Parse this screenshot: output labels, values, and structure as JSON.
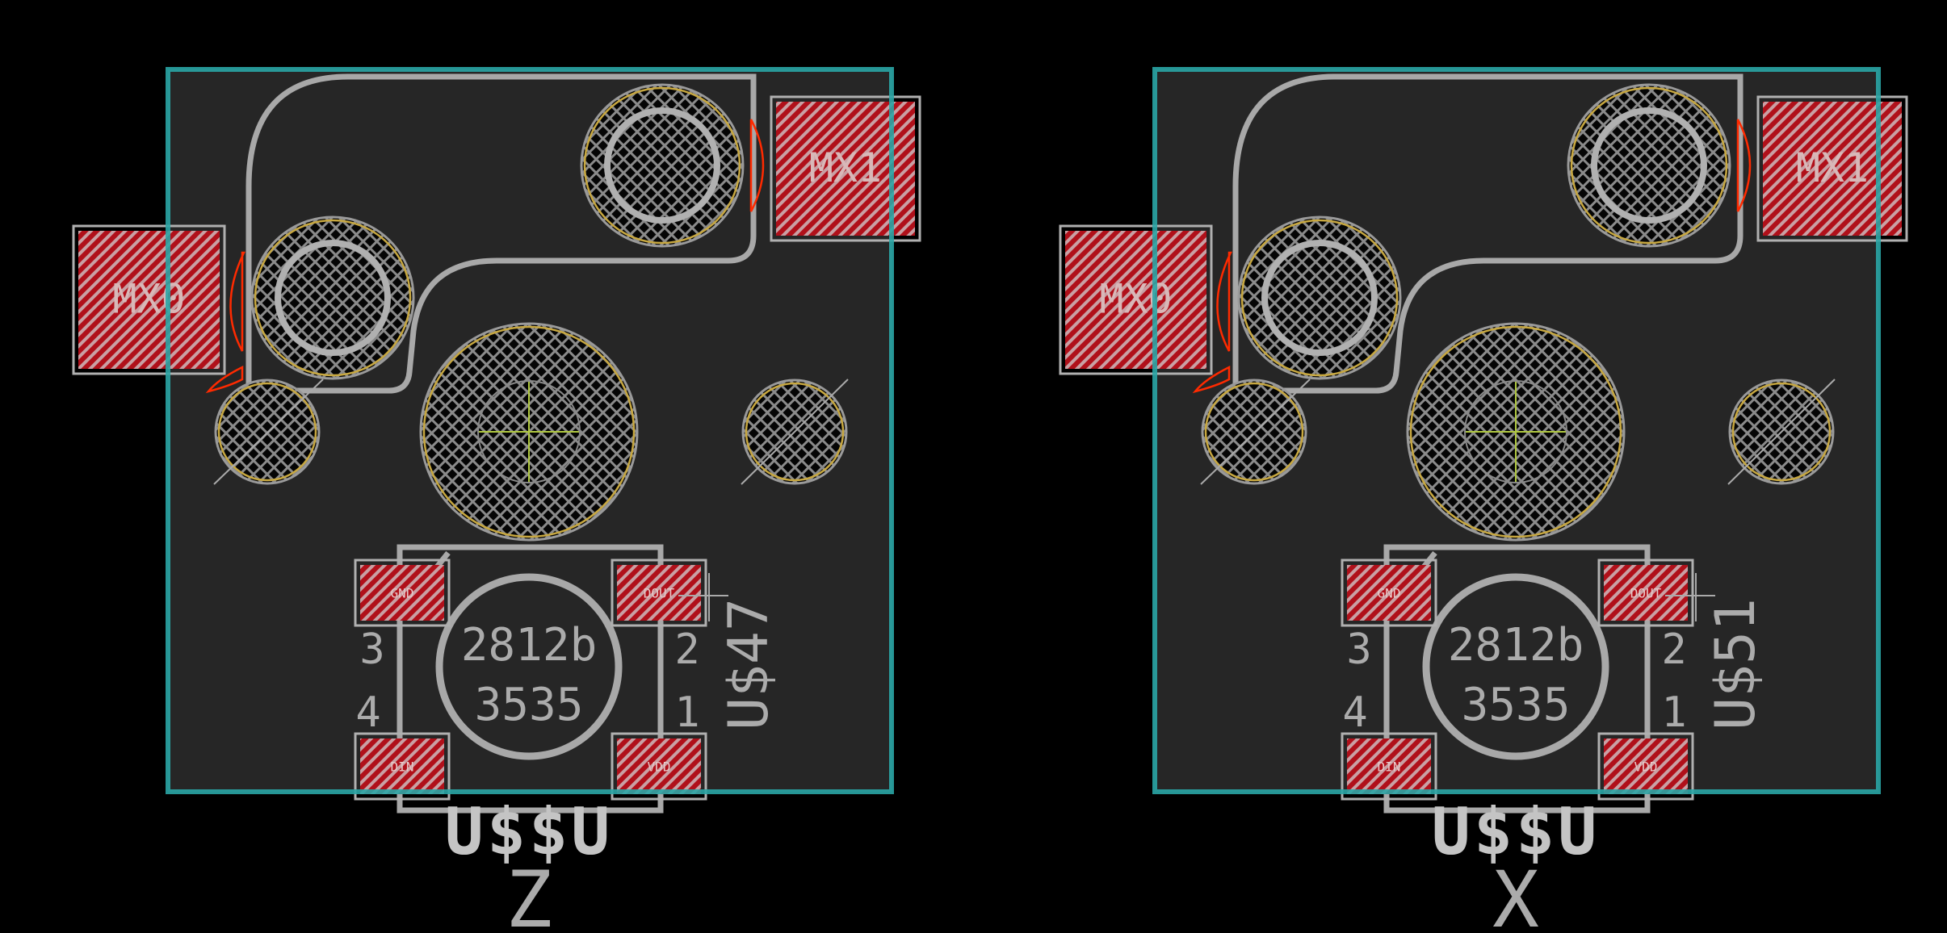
{
  "colors": {
    "background": "#000000",
    "board": "#262626",
    "outline": "#2aa6a6",
    "silkscreen": "#a8a8a8",
    "pad": "#b0101a",
    "drill_ring": "#c8a840",
    "keepout": "#ff2a00",
    "crosshair": "#b0c840"
  },
  "boards": [
    {
      "part_name": "U$47",
      "mirrored_label": "U$$U",
      "letter": "Z",
      "mx_pads": [
        "MX0",
        "MX1"
      ],
      "led_lines": [
        "2812b",
        "3535"
      ],
      "pin_numbers": [
        "1",
        "2",
        "3",
        "4"
      ],
      "pad_names": [
        "GND",
        "DOUT",
        "DIN",
        "VDD"
      ]
    },
    {
      "part_name": "U$51",
      "mirrored_label": "U$$U",
      "letter": "X",
      "mx_pads": [
        "MX0",
        "MX1"
      ],
      "led_lines": [
        "2812b",
        "3535"
      ],
      "pin_numbers": [
        "1",
        "2",
        "3",
        "4"
      ],
      "pad_names": [
        "GND",
        "DOUT",
        "DIN",
        "VDD"
      ]
    }
  ]
}
